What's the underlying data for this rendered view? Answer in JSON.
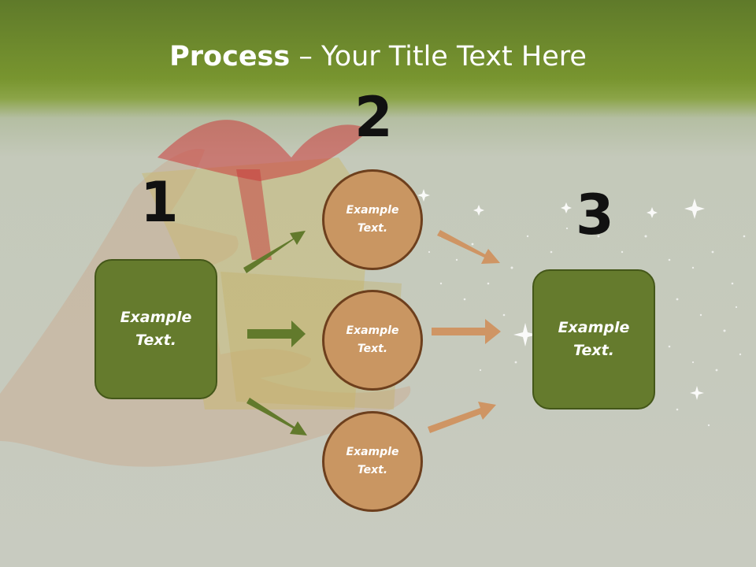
{
  "title": {
    "bold": "Process",
    "separator": " – ",
    "rest": "Your Title Text Here"
  },
  "steps": {
    "n1": "1",
    "n2": "2",
    "n3": "3"
  },
  "left_box": "Example\nText.",
  "circles": [
    "Example\nText.",
    "Example\nText.",
    "Example\nText."
  ],
  "right_box": "Example\nText.",
  "colors": {
    "green": "#657b2d",
    "orange": "#c99662",
    "arrow_green": "#627a2c",
    "arrow_orange": "#cf9564"
  }
}
